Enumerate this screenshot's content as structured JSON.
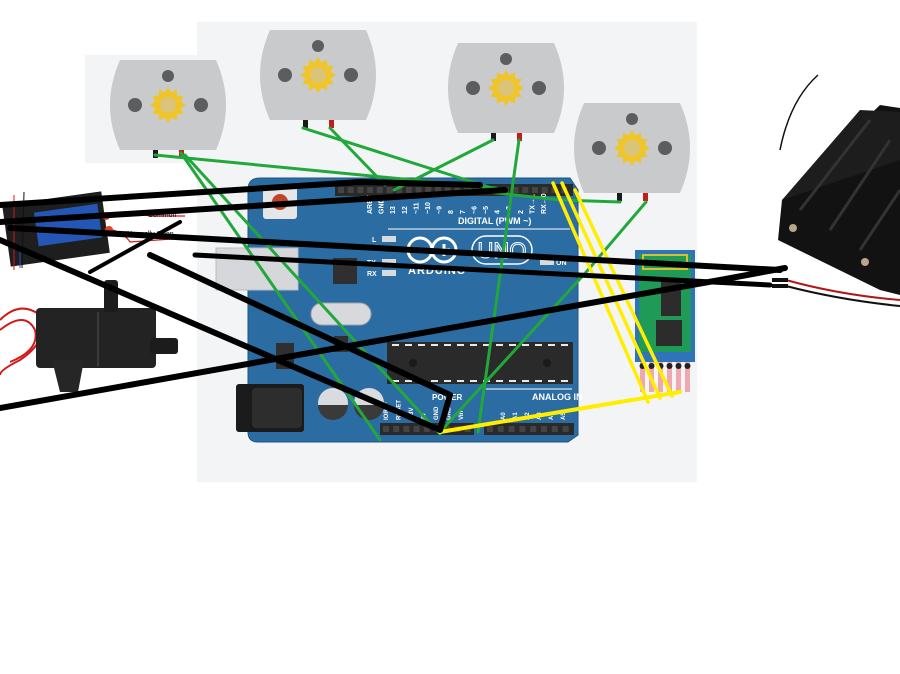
{
  "diagram": {
    "title": "Arduino UNO wiring: 4 DC motors, relay, water pump, Bluetooth module, battery pack",
    "board": {
      "name": "Arduino UNO",
      "brand_label": "ARDUINO",
      "model_label": "UNO",
      "digital_header_label": "DIGITAL (PWM ~)",
      "analog_header_label": "ANALOG IN",
      "power_header_label": "POWER",
      "led_labels": [
        "L",
        "TX",
        "RX",
        "ON"
      ],
      "digital_pins": [
        "AREF",
        "GND",
        "13",
        "12",
        "~11",
        "~10",
        "~9",
        "8",
        "7",
        "~6",
        "~5",
        "4",
        "~3",
        "2",
        "TX→1",
        "RX←0"
      ],
      "power_pins": [
        "IOREF",
        "RESET",
        "3.3V",
        "5V",
        "GND",
        "GND",
        "Vin"
      ],
      "analog_pins": [
        "A0",
        "A1",
        "A2",
        "A3",
        "A4",
        "A5"
      ],
      "colors": {
        "board": "#2b6ca3",
        "board_edge": "#1f5584",
        "header": "#2a2a2a"
      }
    },
    "relay": {
      "name": "Relay module",
      "labels": {
        "common": "Common",
        "normally_open": "Normally Open"
      },
      "color": "#2457b5"
    },
    "motors": [
      {
        "name": "DC motor 1"
      },
      {
        "name": "DC motor 2"
      },
      {
        "name": "DC motor 3"
      },
      {
        "name": "DC motor 4"
      }
    ],
    "pump": {
      "name": "Water pump"
    },
    "bluetooth": {
      "name": "Bluetooth module (HC-05)",
      "color": "#1f9a57"
    },
    "battery": {
      "name": "Battery holder"
    },
    "wire_colors": {
      "green": "#22a83a",
      "black": "#000000",
      "yellow": "#ffee00",
      "red": "#d21a1a"
    }
  }
}
